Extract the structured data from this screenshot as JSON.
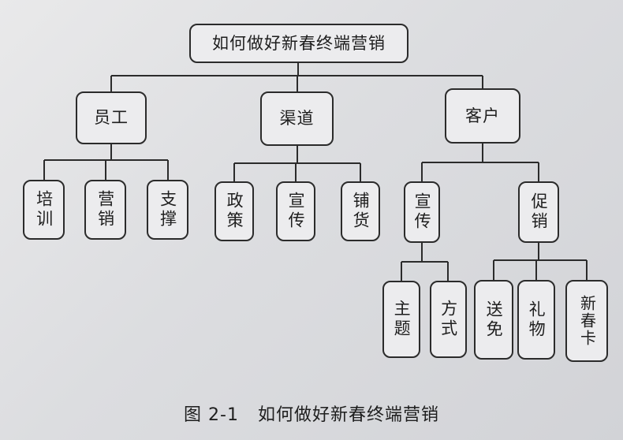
{
  "root": "如何做好新春终端营销",
  "branches": {
    "staff": {
      "label": "员工",
      "children": [
        "培训",
        "营销",
        "支撑"
      ]
    },
    "channel": {
      "label": "渠道",
      "children": [
        "政策",
        "宣传",
        "铺货"
      ]
    },
    "customer": {
      "label": "客户",
      "publicity": {
        "label": "宣传",
        "children": [
          "主题",
          "方式"
        ]
      },
      "promotion": {
        "label": "促销",
        "children": [
          "送免",
          "礼物",
          "新春卡"
        ]
      }
    }
  },
  "caption": {
    "figure": "图 2-1",
    "title": "如何做好新春终端营销"
  }
}
